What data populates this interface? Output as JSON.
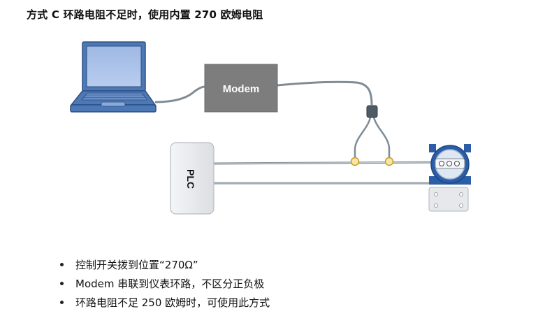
{
  "title": "方式 C  环路电阻不足时，使用内置 270 欧姆电阻",
  "diagram": {
    "modem_label": "Modem",
    "plc_label": "PLC",
    "colors": {
      "laptop": "#4d78b6",
      "laptop_dark": "#2c4f84",
      "modem_box": "#7d7d7d",
      "plc_box": "#e8e9ec",
      "wire": "#7f8c96",
      "wire_highlight": "#c9d1d6",
      "clip": "#f1c74a",
      "transmitter": "#2b5ea7"
    }
  },
  "bullets": [
    "控制开关拨到位置“270Ω”",
    "Modem 串联到仪表环路，不区分正负极",
    "环路电阻不足 250 欧姆时，可使用此方式"
  ]
}
